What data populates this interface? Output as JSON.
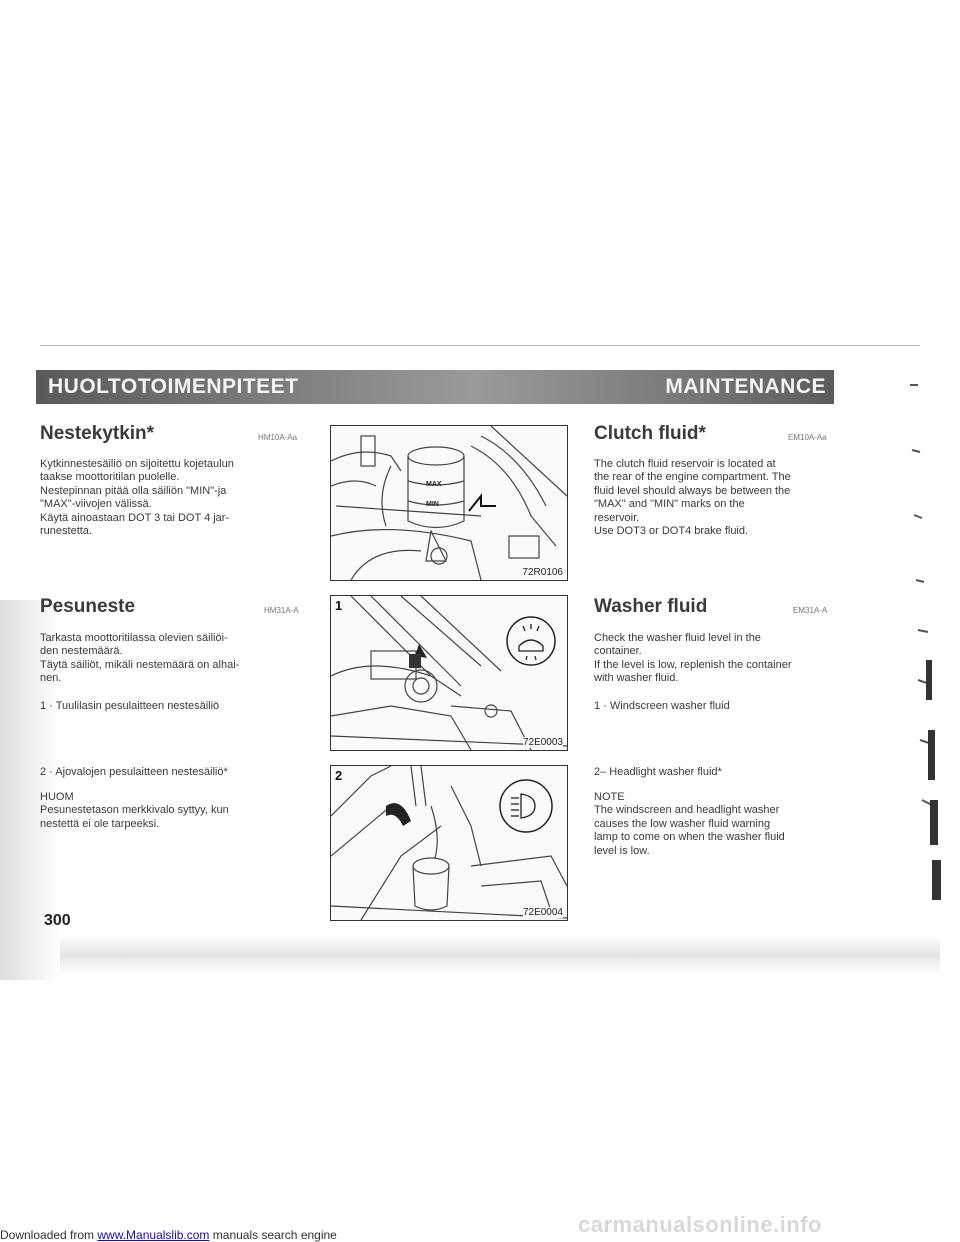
{
  "header": {
    "left": "HUOLTOTOIMENPITEET",
    "right": "MAINTENANCE"
  },
  "fi": {
    "s1": {
      "title": "Nestekytkin",
      "star": "*",
      "code": "HM10A-Aa",
      "lines": [
        "Kytkinnestesäiliö on sijoitettu kojetaulun",
        "taakse moottoritilan puolelle.",
        "Nestepinnan pitää olla säiliön \"MIN\"-ja",
        "\"MAX\"-viivojen välissä.",
        "Käytä ainoastaan DOT 3 tai DOT 4 jar-",
        "runestetta."
      ]
    },
    "s2": {
      "title": "Pesuneste",
      "code": "HM31A-A",
      "lines": [
        "Tarkasta moottoritilassa olevien säiliöi-",
        "den nestemäärä.",
        "Täytä säiliöt, mikäli nestemäärä on alhai-",
        "nen."
      ],
      "item1": "1 · Tuulilasin pesulaitteen nestesäiliö",
      "item2": "2 · Ajovalojen pesulaitteen nestesäiliö*",
      "note_title": "HUOM",
      "note_lines": [
        "Pesunestetason merkkivalo syttyy, kun",
        "nestettä ei ole tarpeeksi."
      ]
    }
  },
  "en": {
    "s1": {
      "title": "Clutch fluid",
      "star": "*",
      "code": "EM10A-Aa",
      "lines": [
        "The clutch fluid reservoir is located at",
        "the rear of the engine compartment. The",
        "fluid level should always be between the",
        "\"MAX\" and \"MIN\" marks on the",
        "reservoir.",
        "Use DOT3 or DOT4 brake fluid."
      ]
    },
    "s2": {
      "title": "Washer fluid",
      "code": "EM31A-A",
      "lines": [
        "Check the washer fluid level in the",
        "container.",
        "If the level is low, replenish the container",
        "with washer fluid."
      ],
      "item1": "1 · Windscreen washer fluid",
      "item2": "2– Headlight washer fluid*",
      "note_title": "NOTE",
      "note_lines": [
        "The windscreen and headlight washer",
        "causes the low washer fluid warning",
        "lamp to come on when the washer fluid",
        "level is low."
      ]
    }
  },
  "figures": [
    {
      "code": "72R0106",
      "label": "",
      "max": "MAX",
      "min": "MIN"
    },
    {
      "code": "72E0003",
      "label": "1"
    },
    {
      "code": "72E0004",
      "label": "2"
    }
  ],
  "page_number": "300",
  "footer": {
    "prefix": "Downloaded from ",
    "link": "www.Manualslib.com",
    "suffix": " manuals search engine"
  },
  "watermark": "carmanualsonline.info"
}
